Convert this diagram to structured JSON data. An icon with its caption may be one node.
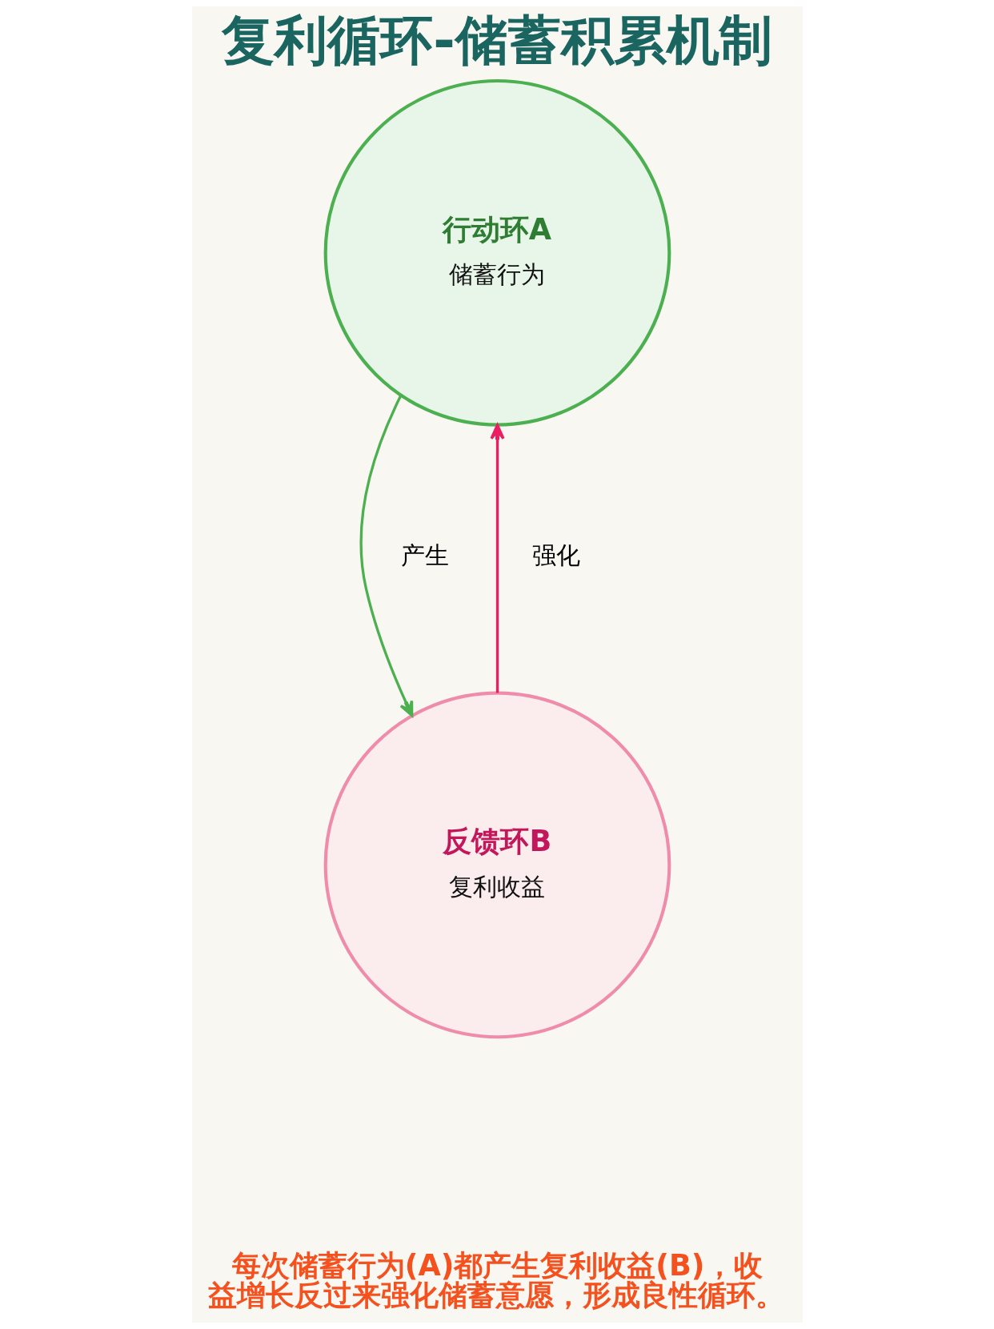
{
  "diagram": {
    "title": "复利循环-储蓄积累机制",
    "caption": "每次储蓄行为(A)都产生复利收益(B)，收益增长反过来强化储蓄意愿，形成良性循环。",
    "nodes": [
      {
        "text": [
          "行动环A",
          "储蓄行为"
        ]
      },
      {
        "text": [
          "反馈环B",
          "复利收益"
        ]
      }
    ],
    "edges": [
      {
        "from": 0,
        "to": 1,
        "arrow": "to",
        "label": "产生",
        "color": "#4caf50"
      },
      {
        "from": 1,
        "to": 0,
        "arrow": "to",
        "label": "强化",
        "color": "#e91e63"
      }
    ]
  }
}
